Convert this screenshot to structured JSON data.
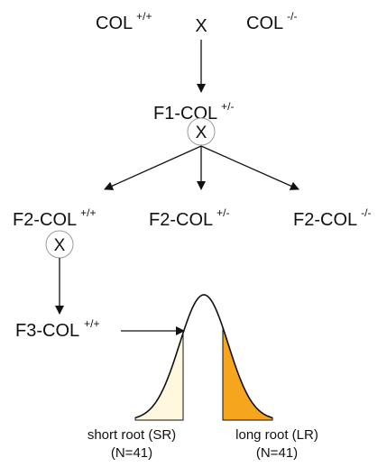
{
  "parents": {
    "left": {
      "base": "COL",
      "sup": "+/+"
    },
    "cross": "X",
    "right": {
      "base": "COL",
      "sup": "-/-"
    }
  },
  "f1": {
    "base": "F1-COL",
    "sup": "+/-",
    "cross": "X"
  },
  "f2": [
    {
      "base": "F2-COL",
      "sup": "+/+"
    },
    {
      "base": "F2-COL",
      "sup": "+/-"
    },
    {
      "base": "F2-COL",
      "sup": "-/-"
    }
  ],
  "f2_cross": "X",
  "f3": {
    "base": "F3-COL",
    "sup": "+/+"
  },
  "tails": {
    "short": {
      "label": "short root (SR)",
      "n": "(N=41)"
    },
    "long": {
      "label": "long root (LR)",
      "n": "(N=41)"
    }
  },
  "colors": {
    "line": "#111111",
    "short_fill": "#fff7de",
    "long_fill": "#f6a51f",
    "circle_stroke": "#9a9a9a"
  }
}
